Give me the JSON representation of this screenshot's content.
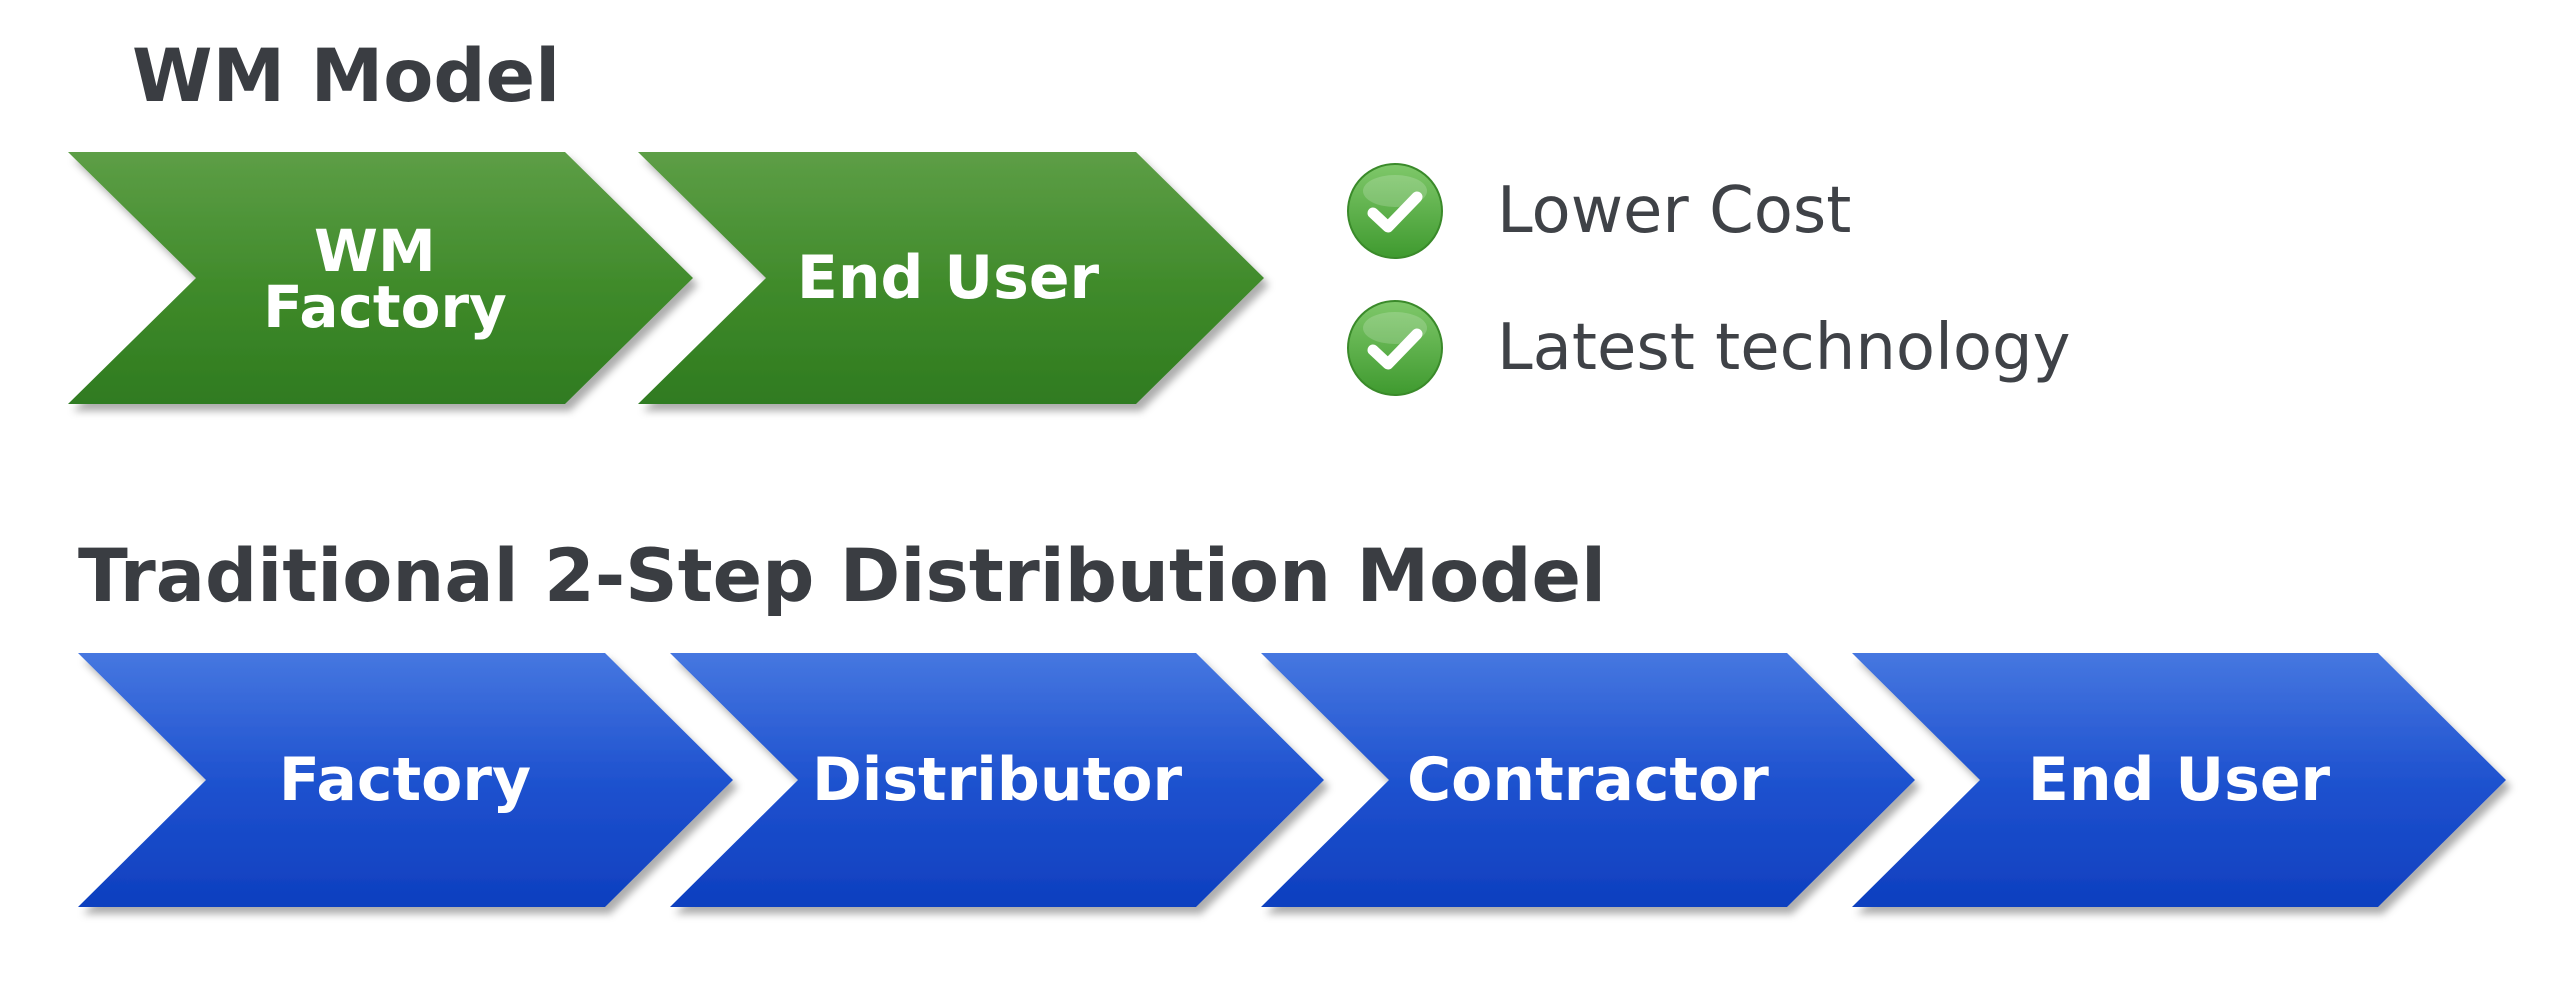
{
  "wm_model": {
    "title": "WM Model",
    "color": "#3f8a2a",
    "steps": [
      {
        "line1": "WM",
        "line2": "Factory"
      },
      {
        "line1": "End User"
      }
    ],
    "benefits": [
      {
        "icon": "check-circle-icon",
        "text": "Lower Cost"
      },
      {
        "icon": "check-circle-icon",
        "text": "Latest technology"
      }
    ]
  },
  "traditional_model": {
    "title": "Traditional 2-Step Distribution Model",
    "color": "#1f52cf",
    "steps": [
      {
        "line1": "Factory"
      },
      {
        "line1": "Distributor"
      },
      {
        "line1": "Contractor"
      },
      {
        "line1": "End User"
      }
    ]
  }
}
